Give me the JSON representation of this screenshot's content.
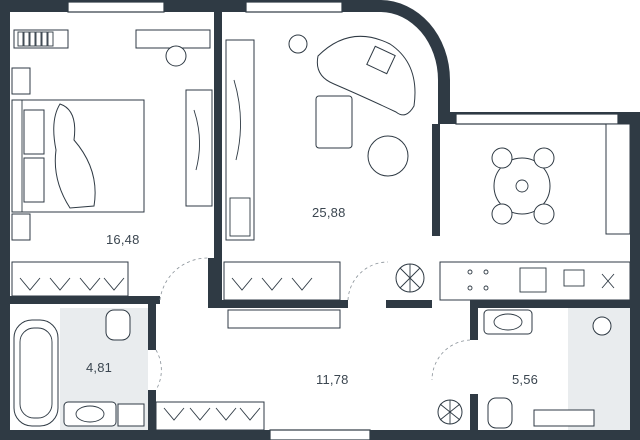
{
  "rooms": {
    "bedroom": {
      "area": "16,48"
    },
    "living": {
      "area": "25,88"
    },
    "bathroom": {
      "area": "4,81"
    },
    "hall": {
      "area": "11,78"
    },
    "wc": {
      "area": "5,56"
    }
  },
  "colors": {
    "wall": "#2f3a44",
    "tile": "#e9ecee",
    "door_arc": "#8a9299",
    "label": "#3b4650"
  },
  "icons": [
    "bed-icon",
    "sofa-icon",
    "dining-table-icon",
    "bathtub-icon",
    "toilet-icon",
    "sink-icon",
    "shower-icon",
    "plant-icon",
    "stove-icon",
    "washing-machine-icon"
  ]
}
